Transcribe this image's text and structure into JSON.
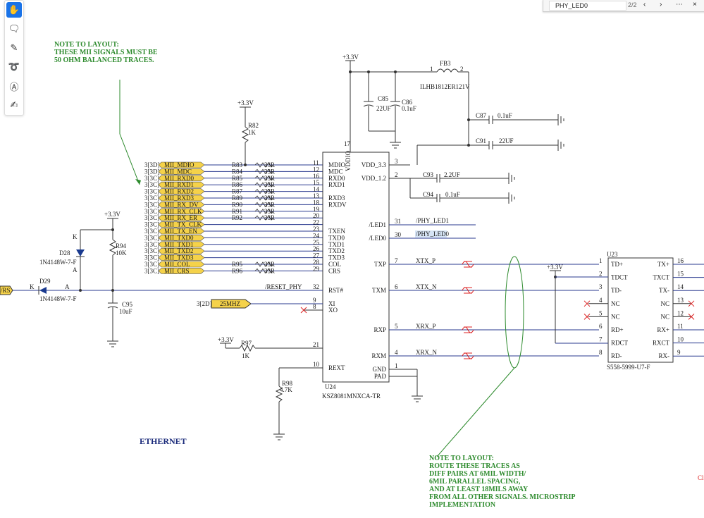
{
  "toolbar": {
    "tools": [
      "hand-tool",
      "add-comment-tool",
      "draw-tool",
      "lasso-tool",
      "text-select-tool",
      "sign-tool"
    ]
  },
  "findbar": {
    "query": "PHY_LED0",
    "count": "2/2",
    "prev": "‹",
    "next": "›",
    "more": "⋯",
    "close": "×"
  },
  "schematic": {
    "title": "ETHERNET",
    "note1": [
      "NOTE TO LAYOUT:",
      "THESE MII SIGNALS MUST BE",
      "50 OHM BALANCED TRACES."
    ],
    "note2": [
      "NOTE TO LAYOUT:",
      "ROUTE THESE TRACES AS",
      "DIFF PAIRS AT 6MIL WIDTH/",
      "6MIL PARALLEL SPACING,",
      "AND AT LEAST 18MILS AWAY",
      "FROM ALL OTHER SIGNALS. MICROSTRIP",
      "IMPLEMENTATION"
    ],
    "mii_nets": [
      {
        "ref": "3[3D]",
        "net": "MII_MDIO",
        "res": "R83",
        "val": "33R",
        "pin": "11",
        "pinname": "MDIO"
      },
      {
        "ref": "3[3D]",
        "net": "MII_MDC",
        "res": "R84",
        "val": "33R",
        "pin": "12",
        "pinname": "MDC"
      },
      {
        "ref": "3[3C]",
        "net": "MII_RXD0",
        "res": "R85",
        "val": "33R",
        "pin": "16",
        "pinname": "RXD0"
      },
      {
        "ref": "3[3C]",
        "net": "MII_RXD1",
        "res": "R86",
        "val": "33R",
        "pin": "15",
        "pinname": "RXD1"
      },
      {
        "ref": "3[3C]",
        "net": "MII_RXD2",
        "res": "R87",
        "val": "33R",
        "pin": "14",
        "pinname": ""
      },
      {
        "ref": "3[3C]",
        "net": "MII_RXD3",
        "res": "R89",
        "val": "33R",
        "pin": "13",
        "pinname": "RXD3"
      },
      {
        "ref": "3[3C]",
        "net": "MII_RX_DV",
        "res": "R90",
        "val": "33R",
        "pin": "18",
        "pinname": "RXDV"
      },
      {
        "ref": "3[3C]",
        "net": "MII_RX_CLK",
        "res": "R91",
        "val": "33R",
        "pin": "19",
        "pinname": ""
      },
      {
        "ref": "3[3C]",
        "net": "MII_RX_ER",
        "res": "R92",
        "val": "33R",
        "pin": "20",
        "pinname": ""
      },
      {
        "ref": "3[3C]",
        "net": "MII_TX_CLK",
        "res": "",
        "val": "",
        "pin": "22",
        "pinname": ""
      },
      {
        "ref": "3[3C]",
        "net": "MII_TX_EN",
        "res": "",
        "val": "",
        "pin": "23",
        "pinname": "TXEN"
      },
      {
        "ref": "3[3C]",
        "net": "MII_TXD0",
        "res": "",
        "val": "",
        "pin": "24",
        "pinname": "TXD0"
      },
      {
        "ref": "3[3C]",
        "net": "MII_TXD1",
        "res": "",
        "val": "",
        "pin": "25",
        "pinname": "TXD1"
      },
      {
        "ref": "3[3C]",
        "net": "MII_TXD2",
        "res": "",
        "val": "",
        "pin": "26",
        "pinname": "TXD2"
      },
      {
        "ref": "3[3C]",
        "net": "MII_TXD3",
        "res": "",
        "val": "",
        "pin": "27",
        "pinname": "TXD3"
      },
      {
        "ref": "3[3C]",
        "net": "MII_COL",
        "res": "R95",
        "val": "33R",
        "pin": "28",
        "pinname": "COL"
      },
      {
        "ref": "3[3C]",
        "net": "MII_CRS",
        "res": "R96",
        "val": "33R",
        "pin": "29",
        "pinname": "CRS"
      }
    ],
    "u24": {
      "ref": "U24",
      "part": "KSZ8081MNXCA-TR",
      "top_pin": "17",
      "top_pin_name": "VDDIO",
      "right_pins": [
        {
          "num": "3",
          "name": "VDD_3.3"
        },
        {
          "num": "2",
          "name": "VDD_1.2"
        },
        {
          "num": "31",
          "name": "/LED1"
        },
        {
          "num": "30",
          "name": "/LED0"
        },
        {
          "num": "7",
          "name": "TXP"
        },
        {
          "num": "6",
          "name": "TXM"
        },
        {
          "num": "5",
          "name": "RXP"
        },
        {
          "num": "4",
          "name": "RXM"
        },
        {
          "num": "1",
          "name": "GND"
        },
        {
          "num": "",
          "name": "PAD"
        }
      ],
      "left_pins": [
        {
          "num": "32",
          "name": "RST#"
        },
        {
          "num": "9",
          "name": "XI"
        },
        {
          "num": "8",
          "name": "XO"
        },
        {
          "num": "21",
          "name": ""
        },
        {
          "num": "10",
          "name": "REXT"
        }
      ]
    },
    "u23": {
      "ref": "U23",
      "part": "S558-5999-U7-F",
      "left_pins": [
        {
          "num": "1",
          "name": "TD+"
        },
        {
          "num": "2",
          "name": "TDCT"
        },
        {
          "num": "3",
          "name": "TD-"
        },
        {
          "num": "4",
          "name": "NC"
        },
        {
          "num": "5",
          "name": "NC"
        },
        {
          "num": "6",
          "name": "RD+"
        },
        {
          "num": "7",
          "name": "RDCT"
        },
        {
          "num": "8",
          "name": "RD-"
        }
      ],
      "right_pins": [
        {
          "num": "16",
          "name": "TX+"
        },
        {
          "num": "15",
          "name": "TXCT"
        },
        {
          "num": "14",
          "name": "TX-"
        },
        {
          "num": "13",
          "name": "NC"
        },
        {
          "num": "12",
          "name": "NC"
        },
        {
          "num": "11",
          "name": "RX+"
        },
        {
          "num": "10",
          "name": "RXCT"
        },
        {
          "num": "9",
          "name": "RX-"
        }
      ]
    },
    "nets": {
      "led1": "/PHY_LED1",
      "led0": "/PHY_LED0",
      "xtxp": "XTX_P",
      "xtxn": "XTX_N",
      "xrxp": "XRX_P",
      "xrxn": "XRX_N",
      "reset": "/RESET_PHY",
      "clk": "25MHZ",
      "clk_ref": "3[2D]",
      "rs": "/RS"
    },
    "power": {
      "v33": "+3.3V"
    },
    "parts": {
      "fb3": "FB3",
      "fb3_part": "ILHB1812ER121V",
      "fb3_p1": "1",
      "fb3_p2": "2",
      "c85": "C85",
      "c85v": "22UF",
      "c86": "C86",
      "c86v": "0.1uF",
      "c87": "C87",
      "c87v": "0.1uF",
      "c91": "C91",
      "c91v": "22UF",
      "c93": "C93",
      "c93v": "2.2UF",
      "c94": "C94",
      "c94v": "0.1uF",
      "r82": "R82",
      "r82v": "1K",
      "r94": "R94",
      "r94v": "10K",
      "c95": "C95",
      "c95v": "10uF",
      "r97": "R97",
      "r97v": "1K",
      "r98": "R98",
      "r98v": "4.7K",
      "d28": "D28",
      "d28p": "1N4148W-7-F",
      "d29": "D29",
      "d29p": "1N4148W-7-F",
      "k": "K",
      "a": "A"
    },
    "edge_text": "Cl"
  }
}
